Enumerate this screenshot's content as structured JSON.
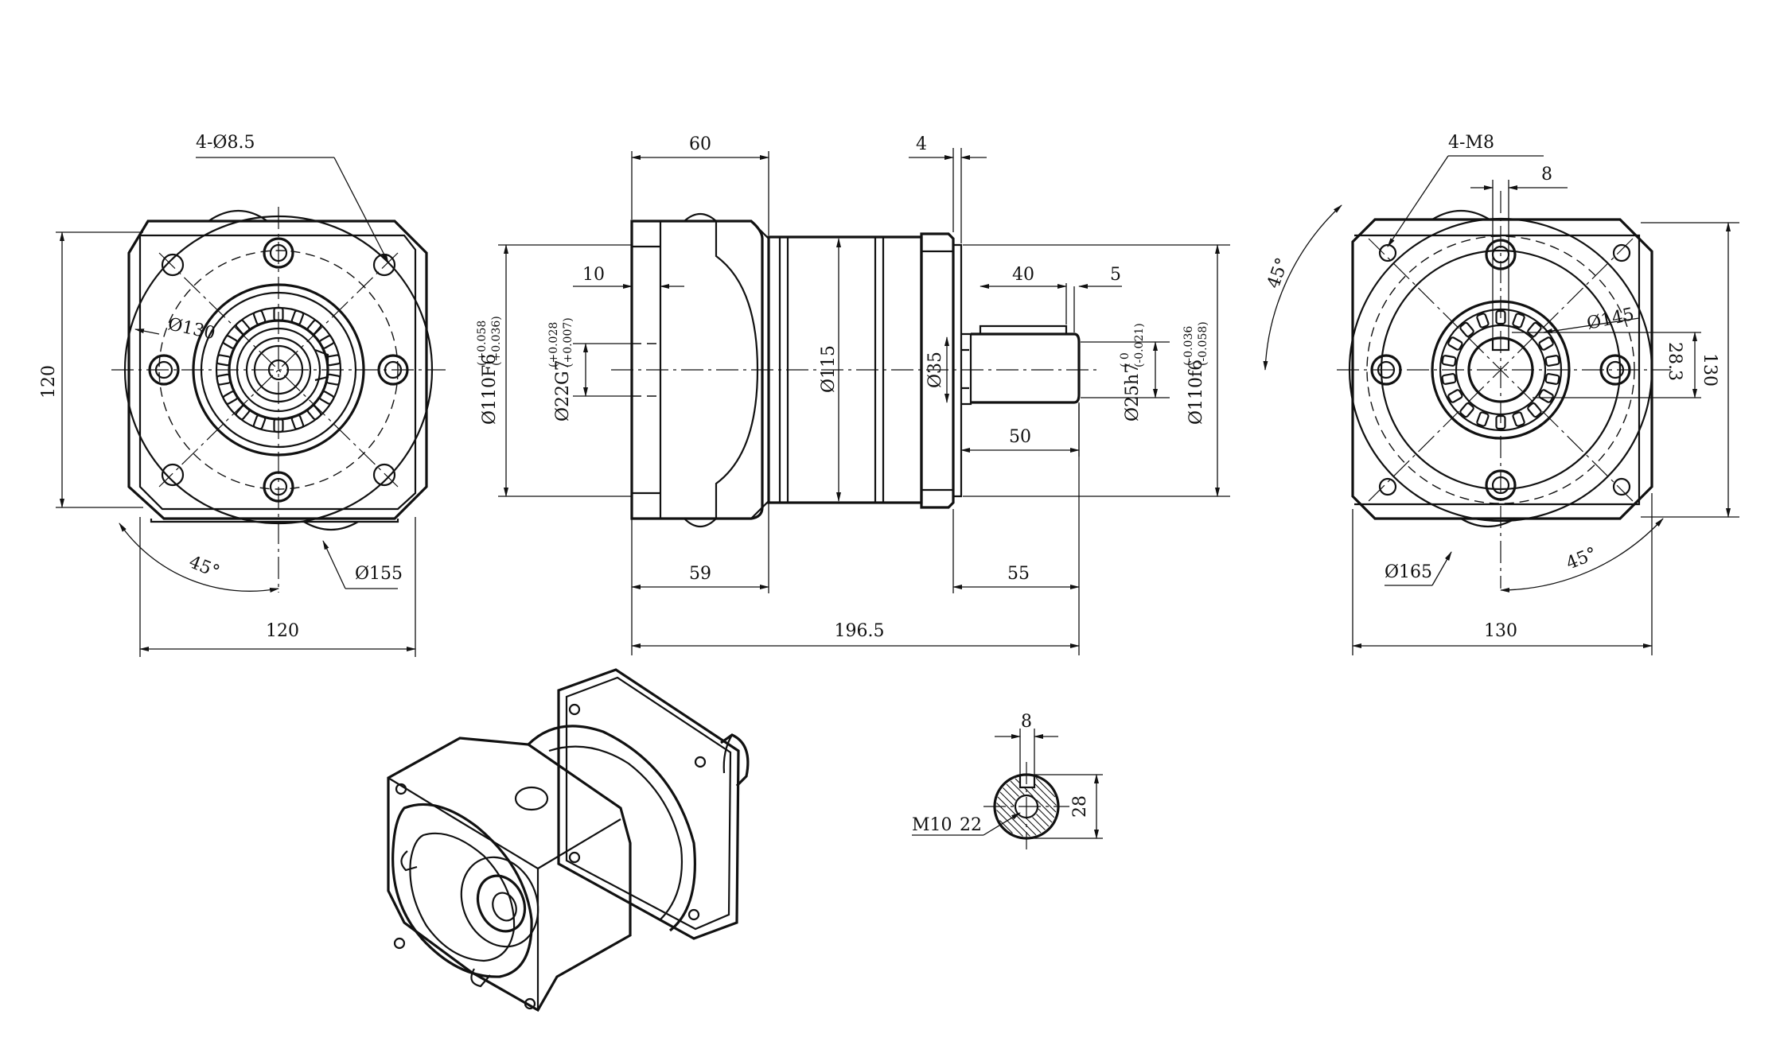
{
  "labels": {
    "left_holes": "4-Ø8.5",
    "left_pcd": "Ø130",
    "left_height": "120",
    "left_width": "120",
    "left_angle": "45°",
    "left_diam": "Ø155",
    "mid_60": "60",
    "mid_4": "4",
    "mid_10": "10",
    "mid_40": "40",
    "mid_5": "5",
    "mid_pilot_left": "Ø110F6",
    "mid_pilot_left_tol_up": "(+0.058",
    "mid_pilot_left_tol_low": "(+0.036)",
    "mid_bore": "Ø22G7",
    "mid_bore_tol_up": "(+0.028",
    "mid_bore_tol_low": "(+0.007)",
    "mid_115": "Ø115",
    "mid_35": "Ø35",
    "mid_shaft": "Ø25h7",
    "mid_shaft_tol_up": "( 0",
    "mid_shaft_tol_low": "(-0.021)",
    "mid_pilot_right": "Ø110f6",
    "mid_pilot_right_tol_up": "(-0.036",
    "mid_pilot_right_tol_low": "(-0.058)",
    "mid_50": "50",
    "mid_59": "59",
    "mid_55": "55",
    "mid_total": "196.5",
    "right_holes": "4-M8",
    "right_8": "8",
    "right_angle_top": "45°",
    "right_145": "Ø145",
    "right_28_3": "28.3",
    "right_130v": "130",
    "right_130h": "130",
    "right_165": "Ø165",
    "right_angle_bot": "45°",
    "shaft_8": "8",
    "shaft_28": "28",
    "shaft_m10": "M10",
    "shaft_22": "22"
  }
}
